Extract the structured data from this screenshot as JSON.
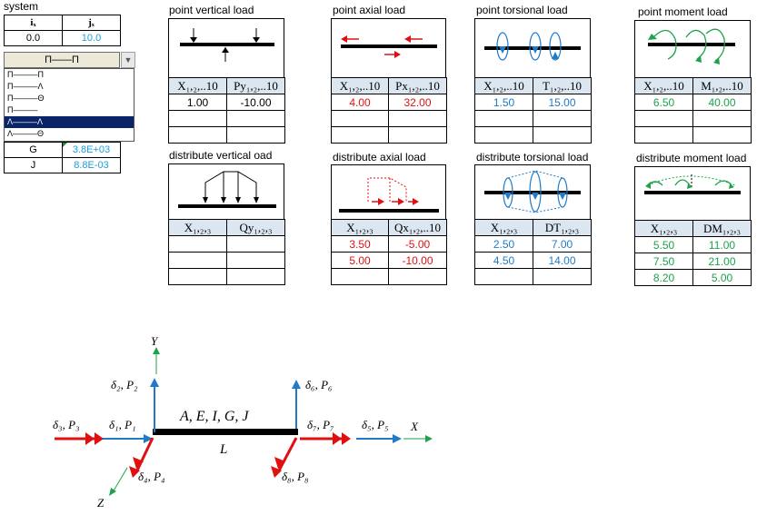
{
  "system": {
    "title": "system",
    "headers": [
      "iₓ",
      "jₓ"
    ],
    "values": [
      "0.0",
      "10.0"
    ],
    "combo_value": "П——П",
    "dropdown_items": [
      "П———П",
      "П———Λ",
      "П———Θ",
      "П———",
      "Λ———Λ",
      "Λ———Θ"
    ],
    "selected_index": 4,
    "props": [
      {
        "label": "G",
        "value": "3.8E+03"
      },
      {
        "label": "J",
        "value": "8.8E-03"
      }
    ]
  },
  "panels": {
    "pvl": {
      "title": "point vertical load",
      "h1": "X₁,₂,..10",
      "h2": "Py₁,₂,..10",
      "rows": [
        [
          "1.00",
          "-10.00"
        ],
        [
          "",
          ""
        ],
        [
          "",
          ""
        ]
      ]
    },
    "pal": {
      "title": "point axial load",
      "h1": "X₁,₂,..10",
      "h2": "Px₁,₂,..10",
      "rows": [
        [
          "4.00",
          "32.00"
        ],
        [
          "",
          ""
        ],
        [
          "",
          ""
        ]
      ]
    },
    "ptl": {
      "title": "point torsional load",
      "h1": "X₁,₂,..10",
      "h2": "T₁,₂,..10",
      "rows": [
        [
          "1.50",
          "15.00"
        ],
        [
          "",
          ""
        ],
        [
          "",
          ""
        ]
      ]
    },
    "pml": {
      "title": "point moment load",
      "h1": "X₁,₂,..10",
      "h2": "M₁,₂,..10",
      "rows": [
        [
          "6.50",
          "40.00"
        ],
        [
          "",
          ""
        ],
        [
          "",
          ""
        ]
      ]
    },
    "dvl": {
      "title": "distribute vertical oad",
      "h1": "X₁,₂,₃",
      "h2": "Qy₁,₂,₃",
      "rows": [
        [
          "",
          ""
        ],
        [
          "",
          ""
        ],
        [
          "",
          ""
        ]
      ]
    },
    "dal": {
      "title": "distribute axial load",
      "h1": "X₁,₂,₃",
      "h2": "Qx₁,₂,..10",
      "rows": [
        [
          "3.50",
          "-5.00"
        ],
        [
          "5.00",
          "-10.00"
        ],
        [
          "",
          ""
        ]
      ]
    },
    "dtl": {
      "title": "distribute torsional load",
      "h1": "X₁,₂,₃",
      "h2": "DT₁,₂,₃",
      "rows": [
        [
          "2.50",
          "7.00"
        ],
        [
          "4.50",
          "14.00"
        ],
        [
          "",
          ""
        ]
      ]
    },
    "dml": {
      "title": "distribute moment load",
      "h1": "X₁,₂,₃",
      "h2": "DM₁,₂,₃",
      "rows": [
        [
          "5.50",
          "11.00"
        ],
        [
          "7.50",
          "21.00"
        ],
        [
          "8.20",
          "5.00"
        ]
      ]
    }
  },
  "diagram": {
    "axis_y": "Y",
    "axis_x": "X",
    "axis_z": "Z",
    "beam_props": "A, E, I, G, J",
    "beam_length": "L",
    "d1": "δ₁, P₁",
    "d2": "δ₂, P₂",
    "d3": "δ₃, P₃",
    "d4": "δ₄, P₄",
    "d5": "δ₅, P₅",
    "d6": "δ₆, P₆",
    "d7": "δ₇, P₇",
    "d8": "δ₈, P₈"
  },
  "colors": {
    "red": "#e01010",
    "blue": "#1f7ac8",
    "green": "#1ea24a",
    "teal": "#1aa0d8"
  }
}
